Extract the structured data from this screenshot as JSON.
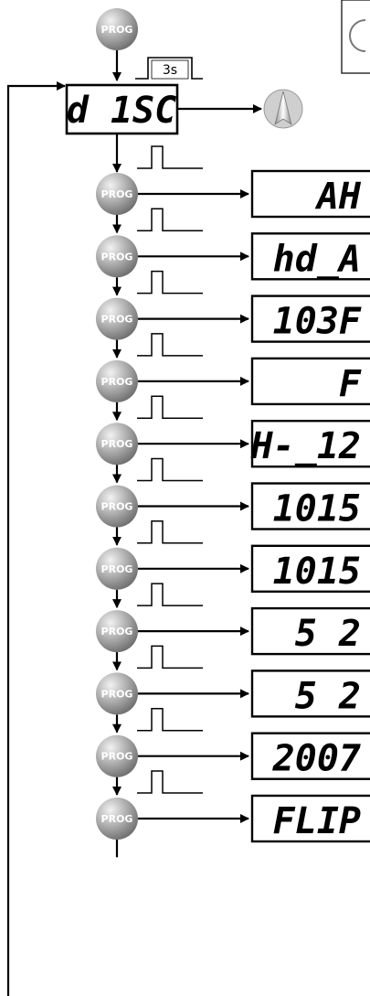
{
  "button_label": "PROG",
  "hold_time": "3s",
  "menu_header": "d 1SC",
  "menu_items": [
    {
      "display": "AH"
    },
    {
      "display": "hd_A"
    },
    {
      "display": "103F"
    },
    {
      "display": "F"
    },
    {
      "display": "H-_12"
    },
    {
      "display": "1015"
    },
    {
      "display": "1015"
    },
    {
      "display": "5 2"
    },
    {
      "display": "5 2"
    },
    {
      "display": "2007"
    },
    {
      "display": "FLIP"
    }
  ],
  "colors": {
    "button_fill": "#8e8e8e",
    "button_highlight": "#e6e6e6",
    "line": "#000000"
  }
}
